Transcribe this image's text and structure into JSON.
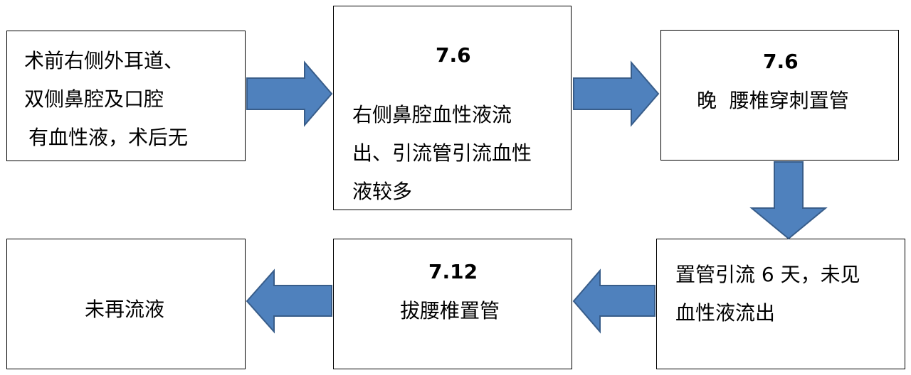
{
  "colors": {
    "arrow_fill": "#4f81bd",
    "arrow_stroke": "#385d8a",
    "box_border": "#000000"
  },
  "boxes": {
    "box1": {
      "lines": [
        "术前右侧外耳道、",
        "双侧鼻腔及口腔",
        "有血性液，术后无"
      ]
    },
    "box2": {
      "date": "7.6",
      "lines": [
        "右侧鼻腔血性液流",
        "出、引流管引流血性",
        "液较多"
      ]
    },
    "box3": {
      "date": "7.6",
      "lines": [
        "晚  腰椎穿刺置管"
      ]
    },
    "box4": {
      "lines": [
        "置管引流 6 天，未见",
        "血性液流出"
      ]
    },
    "box5": {
      "date": "7.12",
      "lines": [
        "拔腰椎置管"
      ]
    },
    "box6": {
      "lines": [
        "未再流液"
      ]
    }
  }
}
